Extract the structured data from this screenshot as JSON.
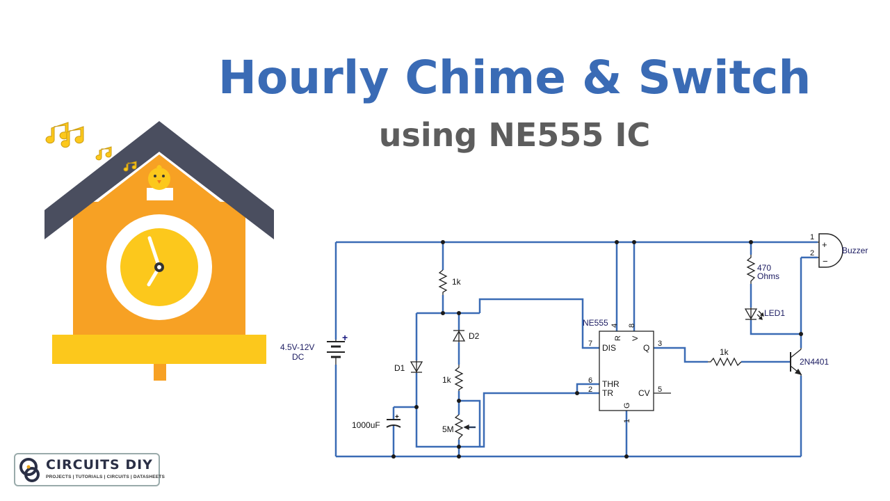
{
  "title": "Hourly Chime & Switch",
  "subtitle": "using NE555 IC",
  "colors": {
    "title": "#3a6bb5",
    "subtitle": "#5d5d5d",
    "wire": "#3a6bb5",
    "house": "#f7a124",
    "roof": "#4a4e5f",
    "clock": "#fcc81c",
    "shelf": "#fcc81c"
  },
  "illustration": {
    "icons": [
      "cuckoo-clock-house-icon",
      "music-notes-icon",
      "chick-icon"
    ]
  },
  "schematic": {
    "power_label": "4.5V-12V\nDC",
    "power_line1": "4.5V-12V",
    "power_line2": "DC",
    "battery_plus": "+",
    "r1_label": "1k",
    "d2_label": "D2",
    "d1_label": "D1",
    "r2_label": "1k",
    "cap_label": "1000uF",
    "pot_label": "5M",
    "ic_name": "NE555",
    "pin4": "4",
    "pin8": "8",
    "pin_r": "R",
    "pin_v": "V",
    "pin7": "7",
    "pin_dis": "DIS",
    "pin_q": "Q",
    "pin3": "3",
    "pin6": "6",
    "pin_thr": "THR",
    "pin2": "2",
    "pin_tr": "TR",
    "pin_cv": "CV",
    "pin5": "5",
    "pin_g": "G",
    "pin1": "1",
    "r3_label": "1k",
    "transistor_label": "2N4401",
    "r4_label_line1": "470",
    "r4_label_line2": "Ohms",
    "led_label": "LED1",
    "buzzer_label": "Buzzer",
    "buzzer_pin1": "1",
    "buzzer_pin2": "2",
    "buzzer_plus": "+",
    "buzzer_minus": "−"
  },
  "logo": {
    "name": "CIRCUITS DIY",
    "tagline": "PROJECTS | TUTORIALS | CIRCUITS | DATASHEETS"
  }
}
